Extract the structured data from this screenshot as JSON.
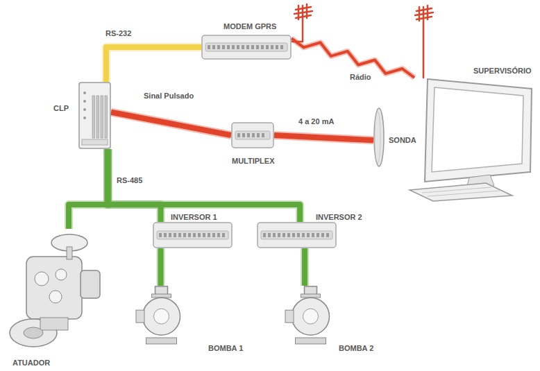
{
  "diagram": {
    "nodes": [
      {
        "text": [
          "MODEM GPRS"
        ]
      },
      {
        "text": [
          "SUPERVISÓRIO"
        ]
      },
      {
        "text": [
          "CLP"
        ]
      },
      {
        "text": [
          "MULTIPLEX"
        ]
      },
      {
        "text": [
          "SONDA"
        ]
      },
      {
        "text": [
          "INVERSOR 1"
        ]
      },
      {
        "text": [
          "INVERSOR 2"
        ]
      },
      {
        "text": [
          "ATUADOR"
        ]
      },
      {
        "text": [
          "BOMBA 1"
        ]
      },
      {
        "text": [
          "BOMBA 2"
        ]
      }
    ],
    "edges": [
      {
        "from": 2,
        "to": 0,
        "arrow": "none",
        "label": "RS-232"
      },
      {
        "from": 0,
        "to": 1,
        "arrow": "none",
        "label": "Rádio"
      },
      {
        "from": 2,
        "to": 3,
        "arrow": "none",
        "label": "Sinal Pulsado"
      },
      {
        "from": 3,
        "to": 4,
        "arrow": "none",
        "label": "4 a 20 mA"
      },
      {
        "from": 2,
        "to": 7,
        "arrow": "none"
      },
      {
        "from": 2,
        "to": 5,
        "arrow": "none"
      },
      {
        "from": 2,
        "to": 6,
        "arrow": "none"
      },
      {
        "from": 5,
        "to": 8,
        "arrow": "none"
      },
      {
        "from": 6,
        "to": 9,
        "arrow": "none"
      }
    ],
    "labels": [
      "RS-485"
    ]
  }
}
